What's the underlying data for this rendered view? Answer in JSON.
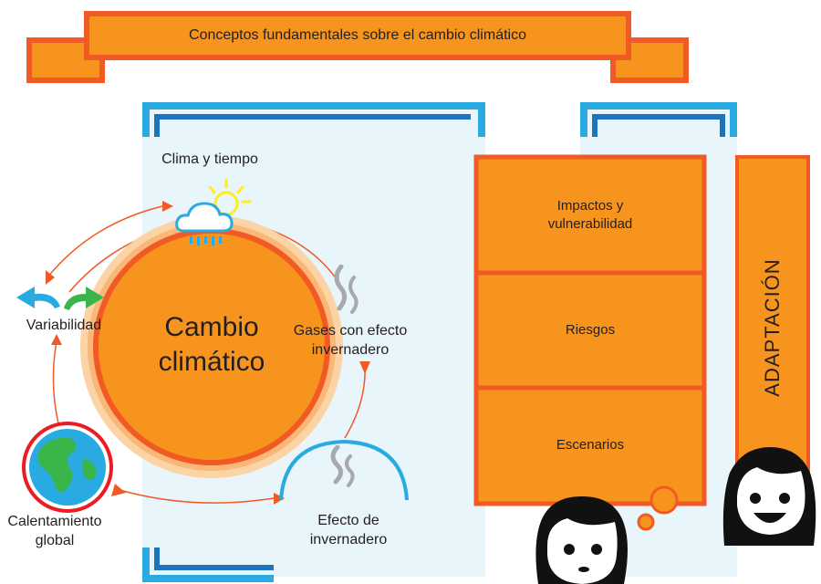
{
  "title": "Conceptos fundamentales sobre el cambio climático",
  "center": {
    "line1": "Cambio",
    "line2": "climático"
  },
  "cycle": {
    "clima": "Clima y tiempo",
    "gases_line1": "Gases con efecto",
    "gases_line2": "invernadero",
    "efecto_line1": "Efecto de",
    "efecto_line2": "invernadero",
    "calentamiento_line1": "Calentamiento",
    "calentamiento_line2": "global",
    "variabilidad": "Variabilidad"
  },
  "panel": {
    "impactos_line1": "Impactos y",
    "impactos_line2": "vulnerabilidad",
    "riesgos": "Riesgos",
    "escenarios": "Escenarios"
  },
  "adaptacion": "ADAPTACIÓN",
  "icons": [
    "weather-icon",
    "smoke-icon",
    "globe-icon",
    "dome-icon",
    "arrows-icon",
    "boy-face-icon",
    "girl-face-icon"
  ],
  "colors": {
    "orange": "#f7941d",
    "red_orange": "#f15a24",
    "blue": "#29abe2",
    "light_blue": "#e8f5fb"
  }
}
